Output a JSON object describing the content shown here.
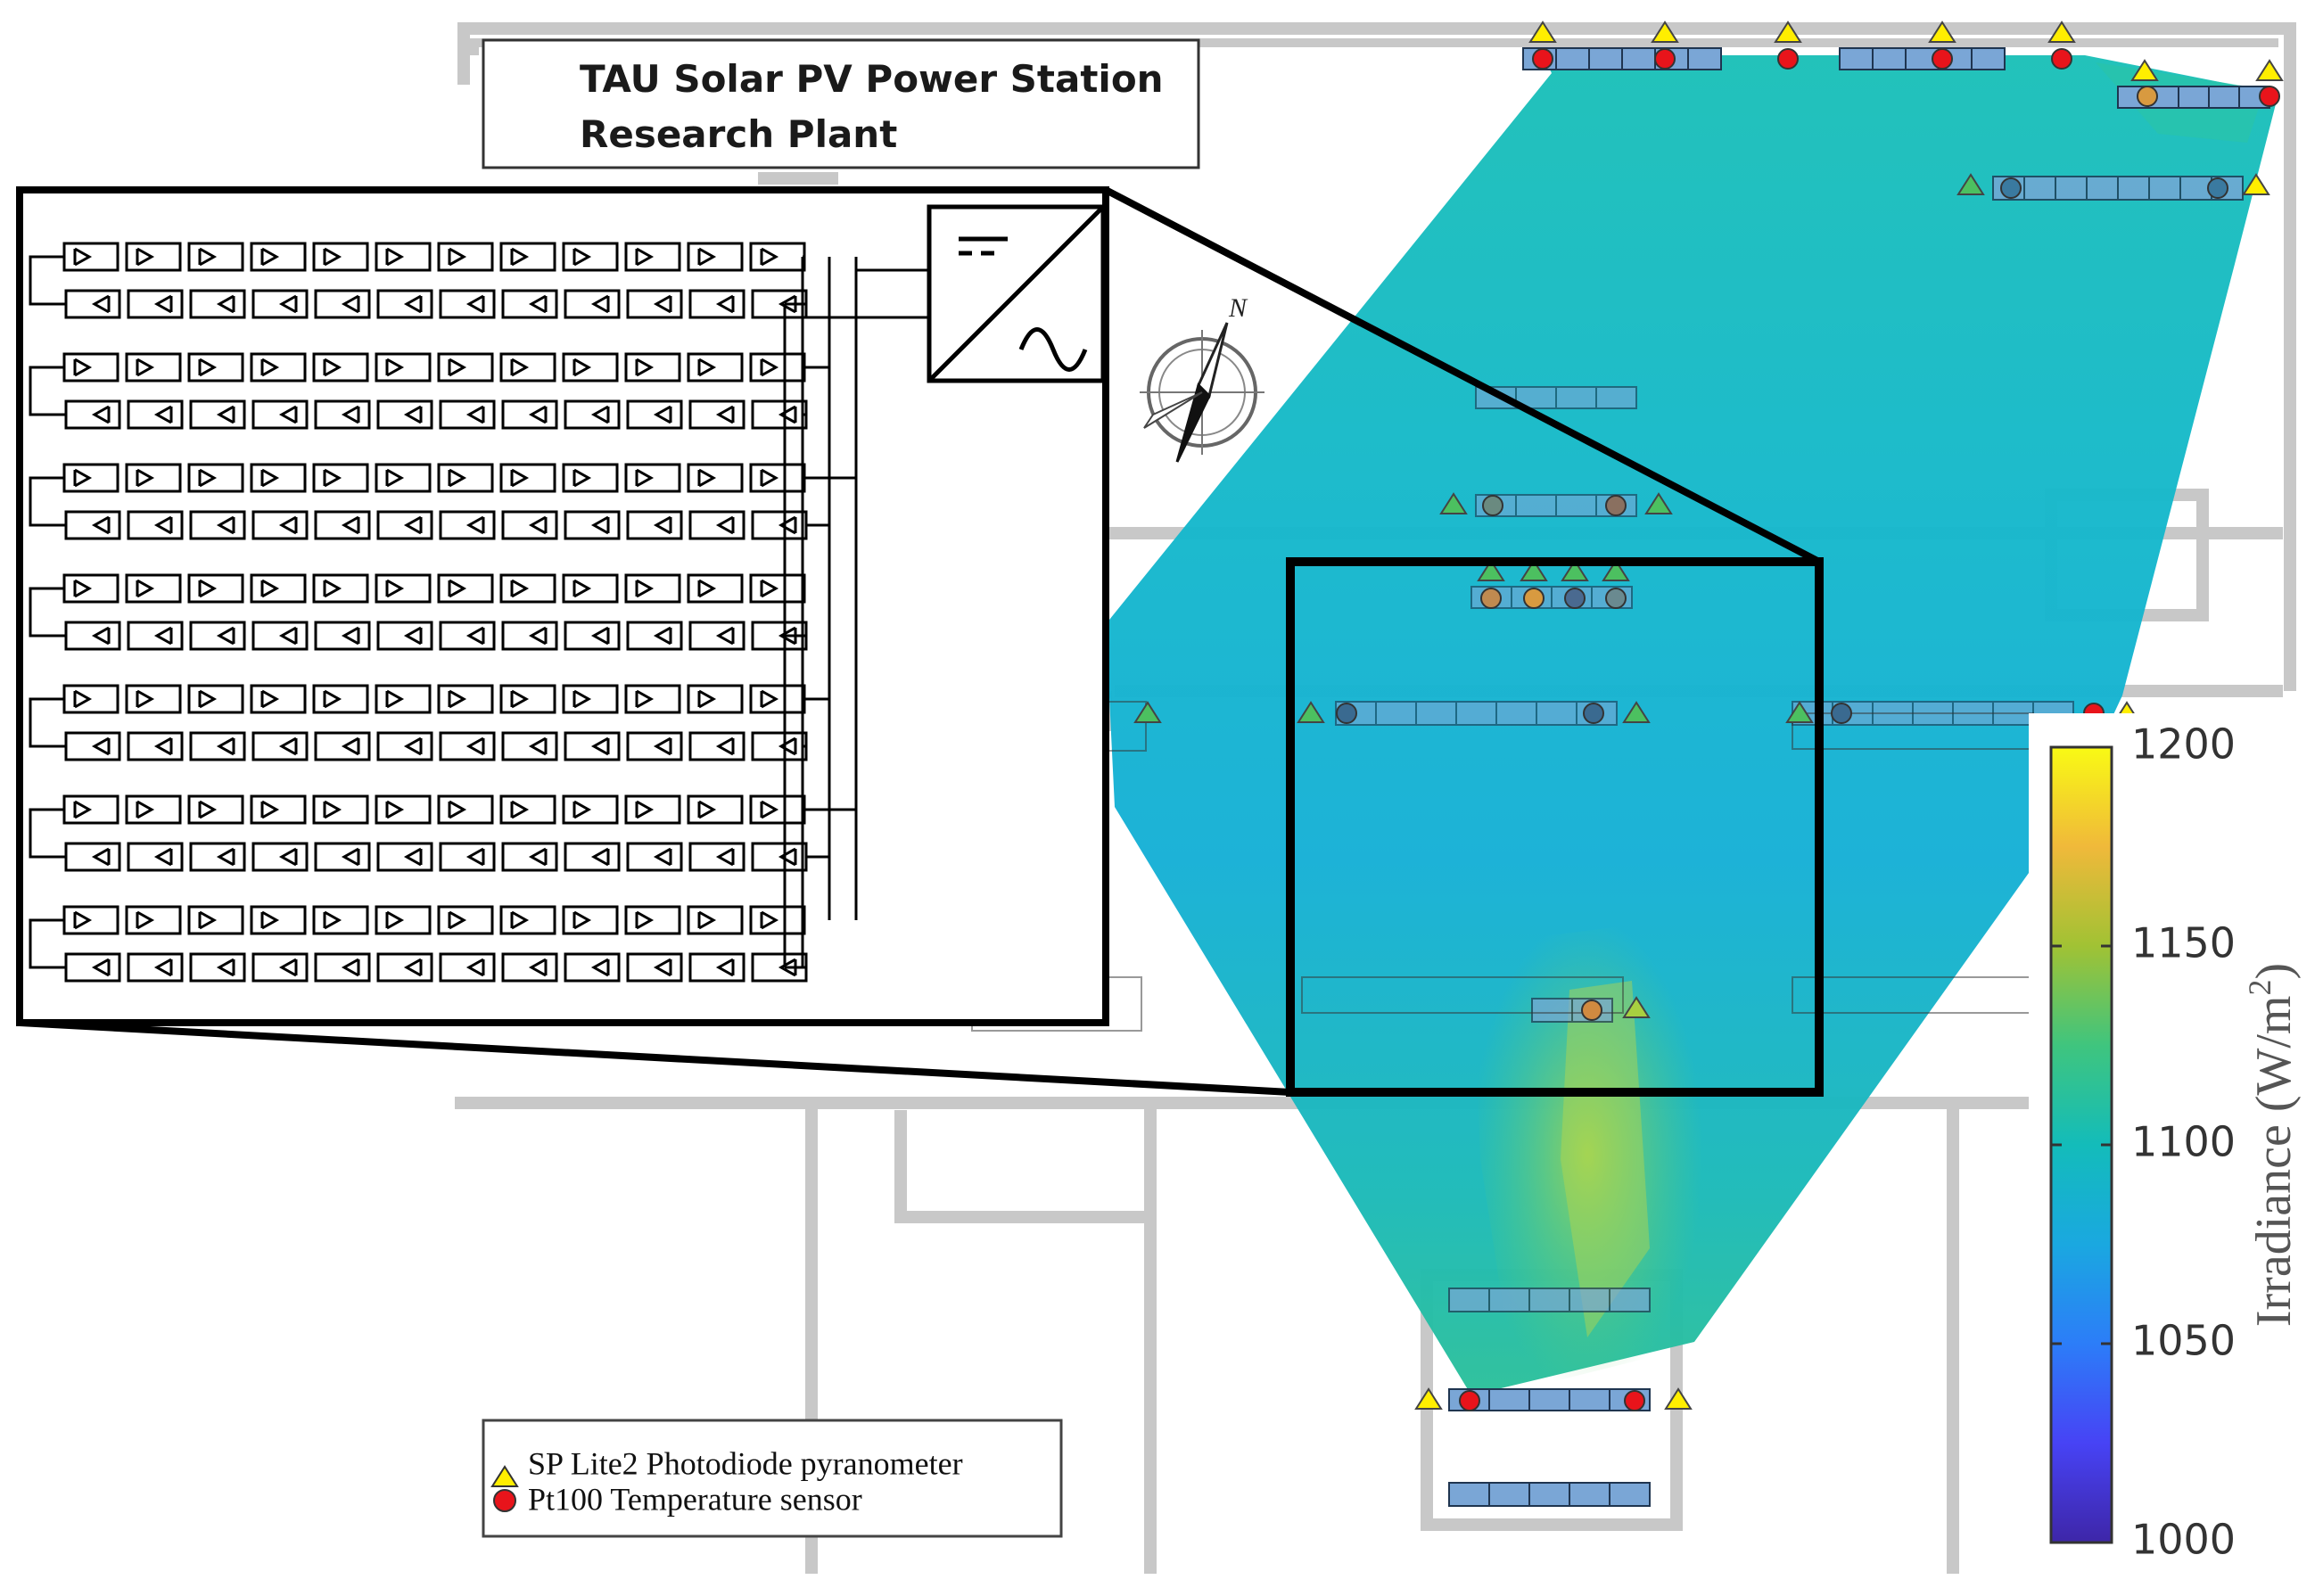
{
  "title": {
    "line1": "TAU Solar PV Power Station",
    "line2": "Research Plant"
  },
  "legend": {
    "items": [
      {
        "label": "SP Lite2 Photodiode pyranometer",
        "marker": "yellow-triangle",
        "color": "#ffee00"
      },
      {
        "label": "Pt100 Temperature sensor",
        "marker": "red-circle",
        "color": "#e8141b"
      }
    ]
  },
  "colorbar": {
    "label": "Irradiance (W/m²)",
    "label_main": "Irradiance",
    "label_unit": "(W/m",
    "label_sup": "2",
    "label_close": ")",
    "min": 1000,
    "max": 1200,
    "ticks": [
      "1200",
      "1150",
      "1100",
      "1050",
      "1000"
    ],
    "colormap": "parula",
    "stops": [
      "#3e26a8",
      "#4743f5",
      "#2c7df8",
      "#1aa8e0",
      "#13bcba",
      "#3fc57e",
      "#a1c234",
      "#f0b93a",
      "#f9fa14"
    ]
  },
  "inset": {
    "title": "inverter string wiring",
    "string_pairs": 7,
    "modules_per_row": 12
  },
  "compass": {
    "label": "N"
  },
  "colors": {
    "wall": "#c8c8c8",
    "panel": "#7aa6d6",
    "map_field": "#14b8c8"
  }
}
